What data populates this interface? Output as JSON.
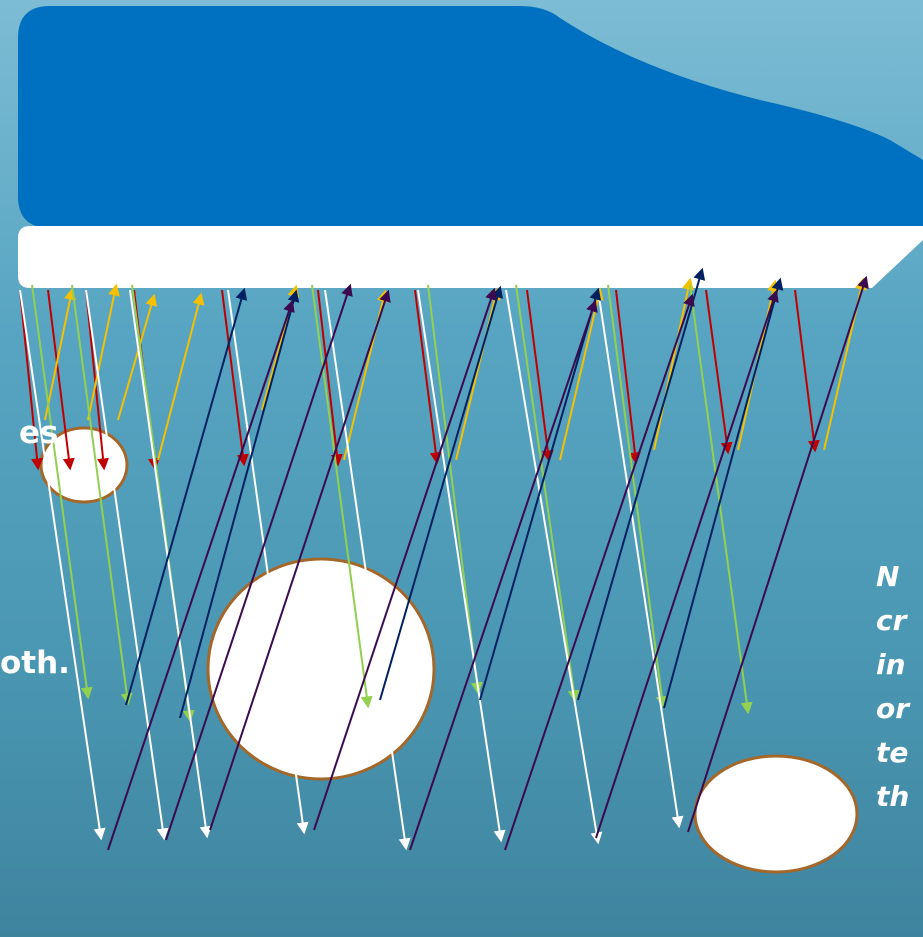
{
  "labels": {
    "left_top": "es",
    "left_middle": "oth."
  },
  "note_lines": [
    "N",
    "cr",
    "in",
    "or",
    "te",
    "th"
  ],
  "colors": {
    "background_top": "#7dbcd4",
    "background_bottom": "#3f849f",
    "vessel_hull": "#0070c0",
    "transducer_face": "#ffffff",
    "target_fill": "#ffffff",
    "target_outline": "#a4672a",
    "ray_red": "#c00000",
    "ray_yellow": "#f5c000",
    "ray_green": "#92d050",
    "ray_white": "#ffffff",
    "ray_navy": "#002060",
    "ray_purple": "#3c0a4e"
  },
  "icons": {
    "vessel": "boat-hull-icon",
    "transducer": "transducer-bar-icon",
    "target": "circle-target-icon"
  }
}
